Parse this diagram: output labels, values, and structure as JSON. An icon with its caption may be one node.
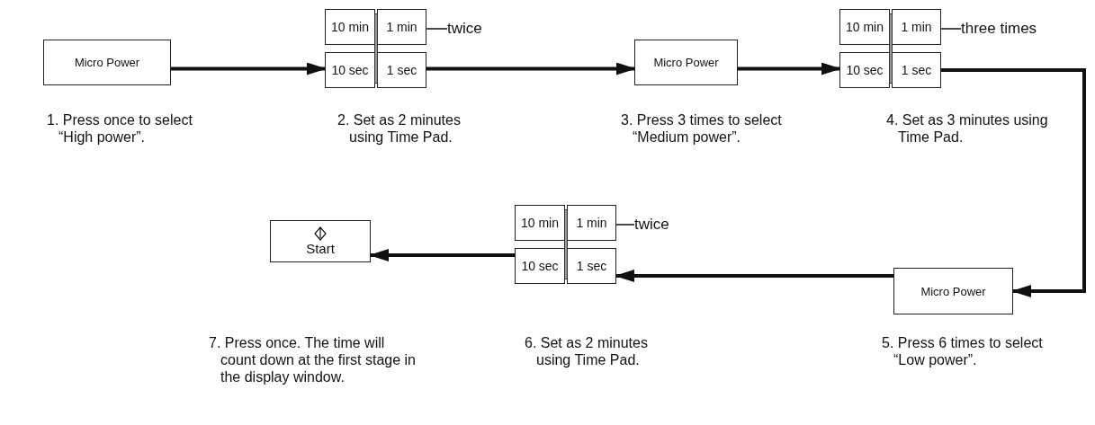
{
  "diagram": {
    "nodes": [
      {
        "text": [
          "Micro Power"
        ]
      },
      {
        "text": [
          "10 min"
        ]
      },
      {
        "text": [
          "1 min"
        ]
      },
      {
        "text": [
          "10 sec"
        ]
      },
      {
        "text": [
          "1 sec"
        ]
      },
      {
        "text": [
          "twice"
        ]
      },
      {
        "text": [
          "Micro Power"
        ]
      },
      {
        "text": [
          "10 min"
        ]
      },
      {
        "text": [
          "1 min"
        ]
      },
      {
        "text": [
          "10 sec"
        ]
      },
      {
        "text": [
          "1 sec"
        ]
      },
      {
        "text": [
          "three times"
        ]
      },
      {
        "text": [
          "Micro Power"
        ]
      },
      {
        "text": [
          "10 min"
        ]
      },
      {
        "text": [
          "1 min"
        ]
      },
      {
        "text": [
          "10 sec"
        ]
      },
      {
        "text": [
          "1 sec"
        ]
      },
      {
        "text": [
          "twice"
        ]
      },
      {
        "text": [
          "Start"
        ]
      }
    ],
    "edges": [
      {
        "from": 0,
        "to": 3,
        "arrow": "to"
      },
      {
        "from": 4,
        "to": 6,
        "arrow": "to"
      },
      {
        "from": 6,
        "to": 9,
        "arrow": "to"
      },
      {
        "from": 10,
        "to": 12,
        "arrow": "to"
      },
      {
        "from": 12,
        "to": 16,
        "arrow": "to"
      },
      {
        "from": 15,
        "to": 18,
        "arrow": "to"
      },
      {
        "from": 5,
        "to": 2,
        "arrow": "none"
      },
      {
        "from": 11,
        "to": 8,
        "arrow": "none"
      },
      {
        "from": 17,
        "to": 14,
        "arrow": "none"
      }
    ],
    "labels": [
      "1. Press once to select “High power”.",
      "2. Set as 2 minutes using Time Pad.",
      "3. Press 3 times to select “Medium power”.",
      "4. Set as 3 minutes using Time Pad.",
      "7. Press once. The time will count down at the first stage in the display window.",
      "6. Set as 2 minutes using Time Pad.",
      "5. Press 6 times to select “Low power”."
    ]
  }
}
